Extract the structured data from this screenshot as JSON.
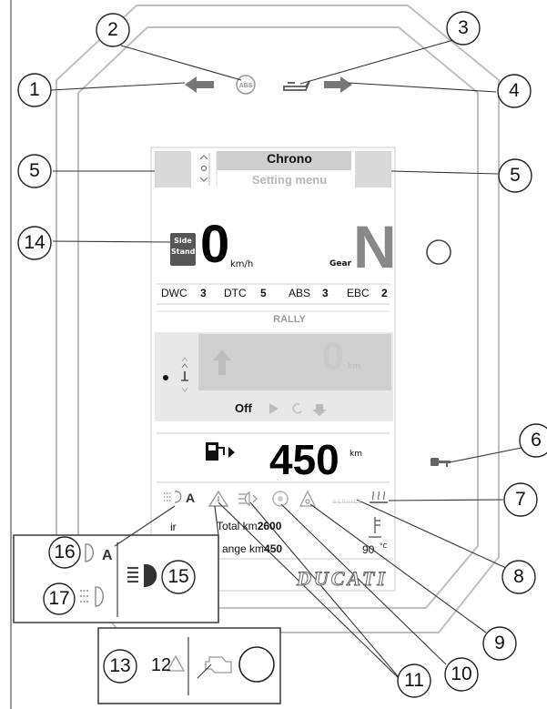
{
  "callouts": [
    "1",
    "2",
    "3",
    "4",
    "5",
    "5",
    "6",
    "7",
    "8",
    "9",
    "10",
    "11",
    "12",
    "13",
    "14",
    "15",
    "16",
    "17"
  ],
  "display": {
    "menu_title": "Chrono",
    "menu_sub": "Setting menu",
    "side_stand": [
      "Side",
      "Stand"
    ],
    "speed": "0",
    "speed_unit": "km/h",
    "gear_label": "Gear",
    "gear": "N",
    "rider_aids": [
      {
        "name": "DWC",
        "value": "3"
      },
      {
        "name": "DTC",
        "value": "5"
      },
      {
        "name": "ABS",
        "value": "3"
      },
      {
        "name": "EBC",
        "value": "2"
      }
    ],
    "riding_mode": "RALLY",
    "rally_distance": "0",
    "rally_unit": "km",
    "rally_status": "Off",
    "fuel_range": "450",
    "fuel_unit": "km",
    "light_mode": "A",
    "service_text": "SERVICE",
    "trip_prefix": "ir",
    "total_label": "Total km",
    "total_value": "2600",
    "range_label": "ange km",
    "range_value": "450",
    "coolant_temp": "90",
    "coolant_unit": "°C",
    "brand": "DUCATI"
  },
  "inset_lights": {
    "auto_label": "A"
  },
  "icons": [
    "left-turn-icon",
    "abs-icon",
    "oil-pressure-icon",
    "right-turn-icon",
    "key-icon",
    "heated-grips-icon",
    "service-icon",
    "immobilizer-icon",
    "fog-light-icon",
    "general-warning-icon",
    "low-beam-icon",
    "high-beam-icon",
    "engine-check-icon",
    "fuel-pump-icon",
    "coolant-temp-icon"
  ]
}
